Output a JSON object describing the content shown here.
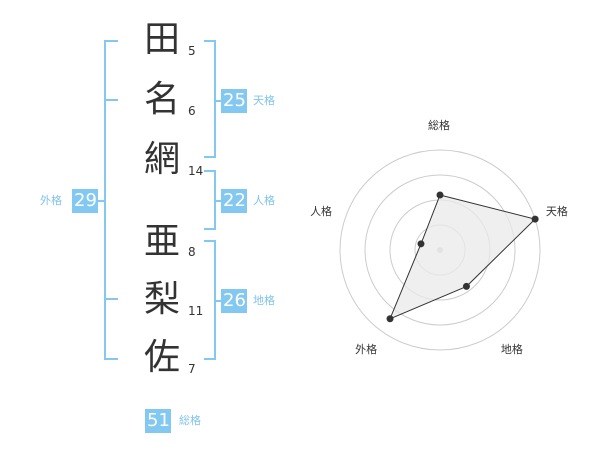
{
  "name_chars": [
    {
      "char": "田",
      "strokes": "5"
    },
    {
      "char": "名",
      "strokes": "6"
    },
    {
      "char": "網",
      "strokes": "14"
    },
    {
      "char": "亜",
      "strokes": "8"
    },
    {
      "char": "梨",
      "strokes": "11"
    },
    {
      "char": "佐",
      "strokes": "7"
    }
  ],
  "kaku": {
    "tenkaku": {
      "value": "25",
      "label": "天格"
    },
    "jinkaku": {
      "value": "22",
      "label": "人格"
    },
    "chikaku": {
      "value": "26",
      "label": "地格"
    },
    "gaikaku": {
      "value": "29",
      "label": "外格"
    },
    "soukaku": {
      "value": "51",
      "label": "総格"
    }
  },
  "colors": {
    "accent": "#82c8f0",
    "text": "#333333",
    "grid": "#cccccc",
    "fill": "#e9e9e9"
  },
  "chart_data": {
    "type": "radar",
    "axes": [
      "総格",
      "天格",
      "地格",
      "外格",
      "人格"
    ],
    "values": [
      0.55,
      1.0,
      0.45,
      0.85,
      0.2
    ],
    "rlim": [
      0,
      1
    ],
    "rings": 4
  }
}
